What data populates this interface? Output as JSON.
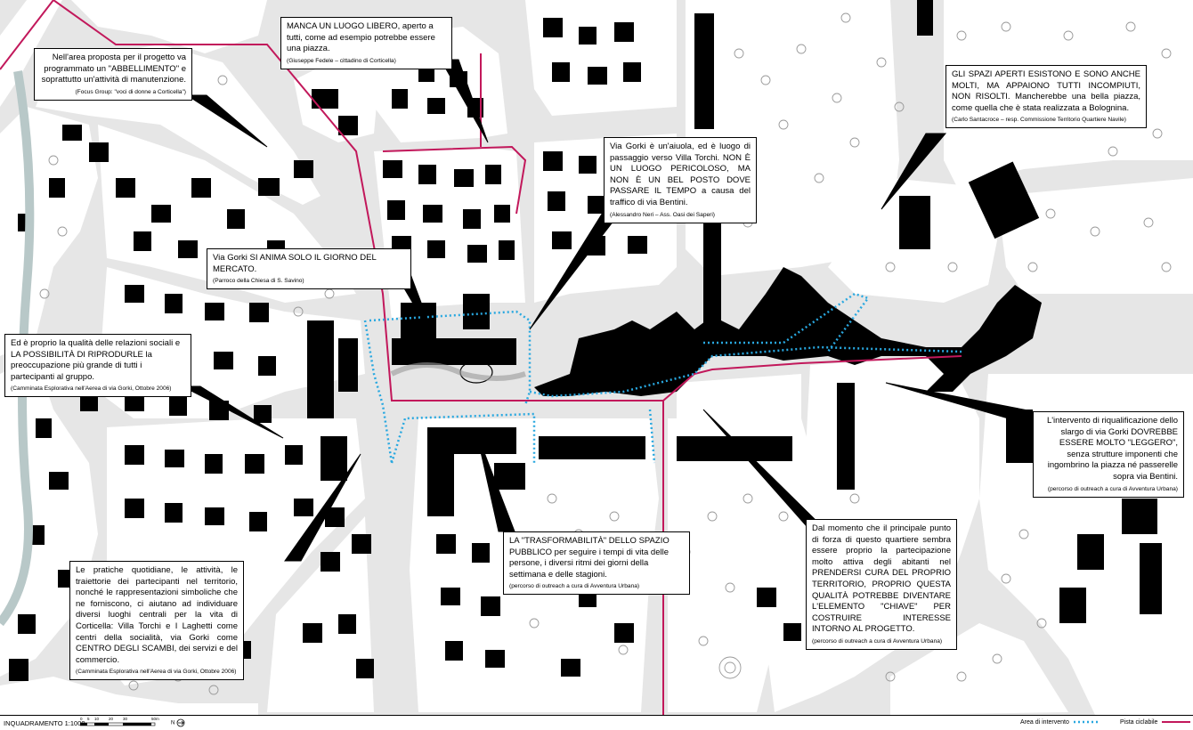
{
  "callouts": [
    {
      "id": "c1",
      "body": "Nell'area proposta per il progetto va programmato un \"ABBELLIMENTO\" e soprattutto un'attività di manutenzione.",
      "source": "(Focus Group: \"voci di donne a Corticella\")"
    },
    {
      "id": "c2",
      "body": "MANCA UN LUOGO LIBERO, aperto a tutti, come ad esempio potrebbe essere una piazza.",
      "source": "(Giuseppe Fedele – cittadino di Corticella)"
    },
    {
      "id": "c3",
      "body": "GLI SPAZI APERTI ESISTONO E SONO ANCHE MOLTI, MA APPAIONO TUTTI INCOMPIUTI, NON RISOLTI. Mancherebbe una bella piazza, come quella che è stata realizzata a Bolognina.",
      "source": "(Carlo Santacroce – resp. Commissione Territorio Quartiere Navile)"
    },
    {
      "id": "c4",
      "body": "Via Gorki è un'aiuola, ed è luogo di passaggio verso Villa Torchi. NON È UN LUOGO PERICOLOSO, MA NON È UN BEL POSTO DOVE PASSARE IL TEMPO a causa del traffico di via Bentini.",
      "source": "(Alessandro Neri – Ass. Oasi dei Saperi)"
    },
    {
      "id": "c5",
      "body": "Via Gorki SI ANIMA SOLO IL GIORNO DEL MERCATO.",
      "source": "(Parroco della Chiesa di S. Savino)"
    },
    {
      "id": "c6",
      "body": "Ed è proprio la qualità delle relazioni sociali e LA POSSIBILITÀ DI RIPRODURLE la preoccupazione più grande di tutti i partecipanti al gruppo.",
      "source": "(Camminata Esplorativa nell'Aerea di via Gorki, Ottobre 2006)"
    },
    {
      "id": "c7",
      "body": "L'intervento di riqualificazione dello slargo di via Gorki DOVREBBE ESSERE MOLTO \"LEGGERO\", senza strutture imponenti che ingombrino la piazza né passerelle sopra via Bentini.",
      "source": "(percorso di outreach a cura di Avventura Urbana)"
    },
    {
      "id": "c8",
      "body": "LA \"TRASFORMABILITÀ\" DELLO SPAZIO PUBBLICO per seguire i tempi di vita delle persone, i diversi ritmi dei giorni della settimana e delle stagioni.",
      "source": "(percorso di outreach a cura di Avventura Urbana)"
    },
    {
      "id": "c9",
      "body": "Dal momento che il principale punto di forza di questo quartiere sembra essere proprio la partecipazione molto attiva degli abitanti nel PRENDERSI CURA DEL PROPRIO TERRITORIO, PROPRIO QUESTA QUALITÀ POTREBBE DIVENTARE L'ELEMENTO \"CHIAVE\" PER COSTRUIRE INTERESSE INTORNO AL PROGETTO.",
      "source": "(percorso di outreach a cura di Avventura Urbana)"
    },
    {
      "id": "c10",
      "body": "Le pratiche quotidiane, le attività, le traiettorie dei partecipanti nel territorio, nonché le rappresentazioni simboliche che ne forniscono, ci aiutano ad individuare diversi luoghi centrali per la vita di Corticella: Villa Torchi e I Laghetti come centri della socialità, via Gorki come CENTRO DEGLI SCAMBI, dei servizi e del commercio.",
      "source": "(Camminata Esplorativa nell'Aerea di via Gorki, Ottobre 2006)"
    }
  ],
  "footer": {
    "scale_title": "INQUADRAMENTO 1:1000",
    "scale_ticks": [
      "0",
      "5",
      "10",
      "20",
      "30",
      "50m"
    ],
    "north_label": "N",
    "legend_area_label": "Area di intervento",
    "legend_bike_label": "Pista ciclabile"
  },
  "colors": {
    "background": "#ffffff",
    "street": "#e6e6e6",
    "building": "#000000",
    "bike_path": "#c2185b",
    "intervention_area": "#29a8e0",
    "tree_outline": "#9a9a9a"
  }
}
